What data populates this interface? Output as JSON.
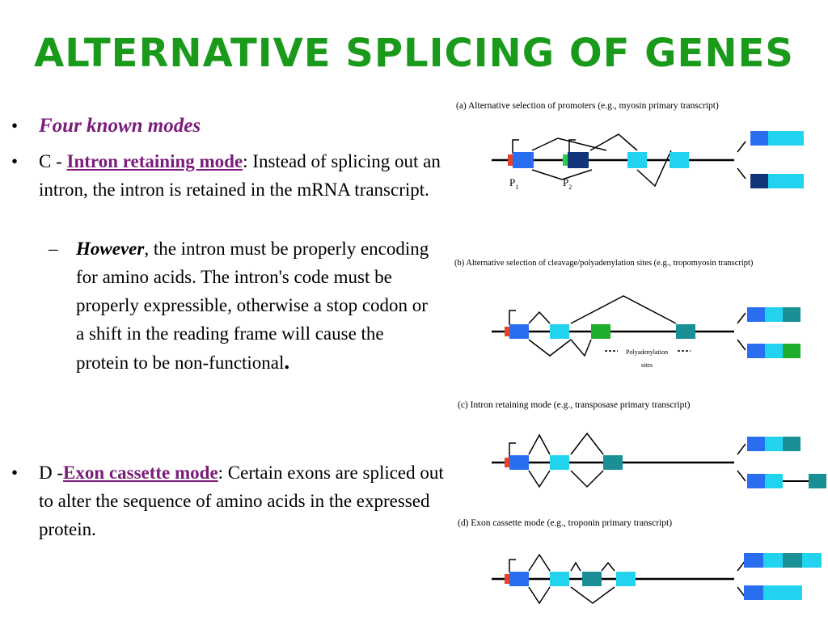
{
  "title": "Alternative Splicing of Genes",
  "bullets": {
    "b1": {
      "marker": "•",
      "text": "Four known modes"
    },
    "b2": {
      "marker": "•",
      "prefix": "C - ",
      "term": "Intron retaining mode",
      "rest": ": Instead of splicing out an intron, the intron is retained in the mRNA transcript."
    },
    "sub": {
      "marker": "–",
      "emph": "However",
      "rest": ", the intron must be properly encoding for amino acids. The intron's code must be properly expressible, otherwise a stop codon or a shift in the reading frame will cause the protein to be non-functional",
      "end": "."
    },
    "b3": {
      "marker": "•",
      "prefix": "D -",
      "term": "Exon cassette mode",
      "rest": ": Certain exons are spliced out to alter the sequence of amino acids in the expressed protein."
    }
  },
  "diagram": {
    "panel_a": {
      "caption": "(a) Alternative selection of promoters (e.g., myosin primary transcript)",
      "p1": "P",
      "p1_sub": "1",
      "p2": "P",
      "p2_sub": "2"
    },
    "panel_b": {
      "caption": "(b) Alternative selection of cleavage/polyadenylation sites (e.g., tropomyosin transcript)",
      "note_line1": "Polyadenylation",
      "note_line2": "sites"
    },
    "panel_c": {
      "caption": "(c) Intron retaining mode (e.g., transposase primary transcript)"
    },
    "panel_d": {
      "caption": "(d) Exon cassette mode (e.g., troponin primary transcript)"
    },
    "colors": {
      "exon_blue": "#2a6ef0",
      "exon_cyan": "#22d3f0",
      "exon_navy": "#12357a",
      "exon_teal": "#1a8f96",
      "exon_green": "#1fae2c",
      "promoter_red": "#e8432a",
      "promoter_green": "#2ad04a",
      "title_green": "#1a9a1a",
      "term_purple": "#7a1c7a"
    }
  }
}
